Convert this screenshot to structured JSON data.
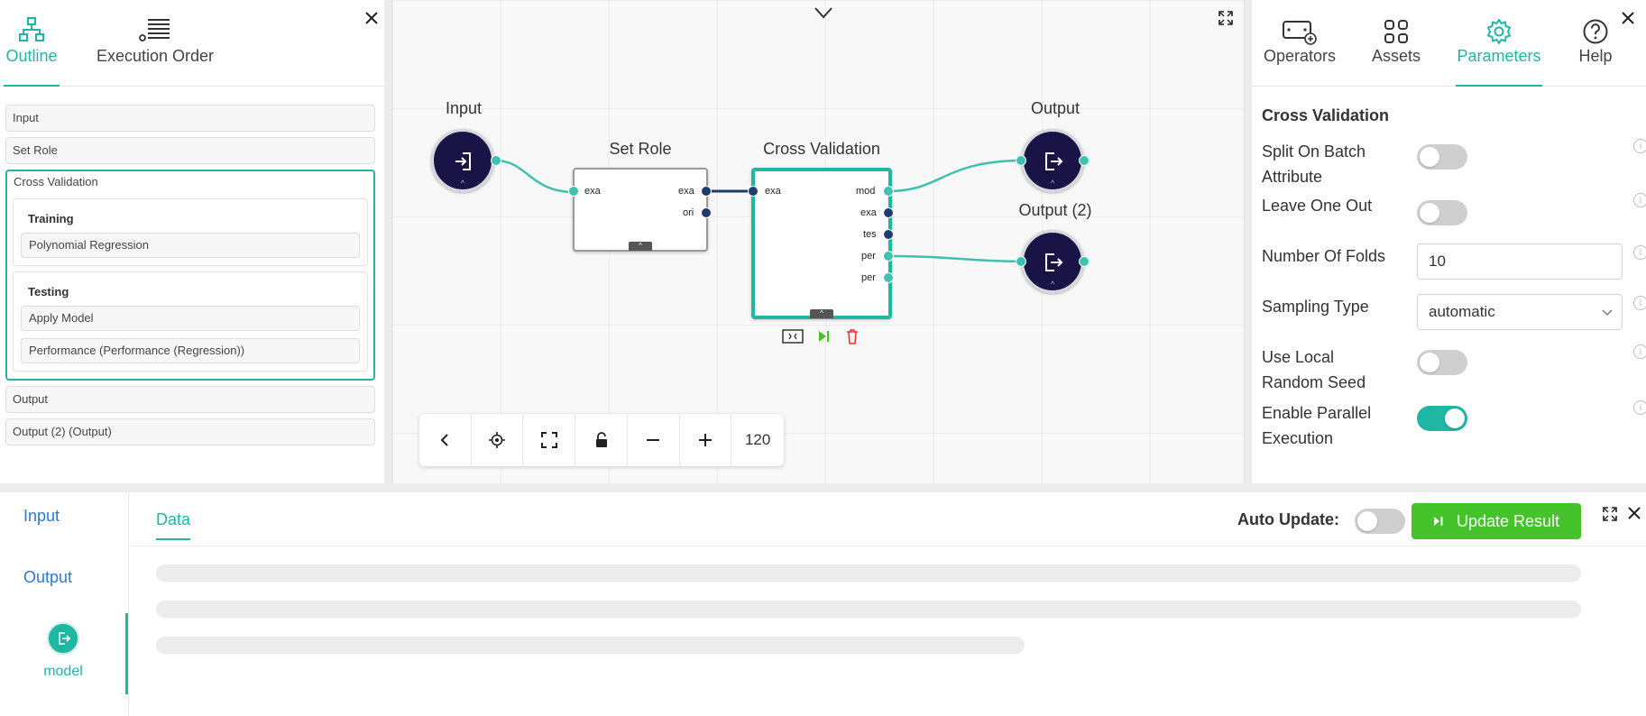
{
  "left_panel": {
    "tabs": [
      {
        "label": "Outline",
        "icon": "sitemap-icon",
        "active": true
      },
      {
        "label": "Execution Order",
        "icon": "list-order-icon",
        "active": false
      }
    ],
    "outline": {
      "items_top": [
        "Input",
        "Set Role"
      ],
      "group": {
        "label": "Cross Validation",
        "subprocesses": [
          {
            "title": "Training",
            "items": [
              "Polynomial Regression"
            ]
          },
          {
            "title": "Testing",
            "items": [
              "Apply Model",
              "Performance (Performance (Regression))"
            ]
          }
        ]
      },
      "items_bottom": [
        "Output",
        "Output (2) (Output)"
      ]
    }
  },
  "canvas": {
    "nodes": {
      "input": {
        "label": "Input"
      },
      "set_role": {
        "label": "Set Role",
        "in_ports": [
          "exa"
        ],
        "out_ports": [
          "exa",
          "ori"
        ]
      },
      "cross_validation": {
        "label": "Cross Validation",
        "in_ports": [
          "exa"
        ],
        "out_ports": [
          "mod",
          "exa",
          "tes",
          "per",
          "per"
        ]
      },
      "output": {
        "label": "Output"
      },
      "output2": {
        "label": "Output (2)"
      }
    },
    "toolbar": {
      "zoom": "120"
    },
    "colors": {
      "teal": "#3ec1ad",
      "navy": "#1e3d6e",
      "node_dark": "#1a1446"
    }
  },
  "right_panel": {
    "tabs": [
      {
        "label": "Operators",
        "icon": "operators-icon",
        "active": false
      },
      {
        "label": "Assets",
        "icon": "grid-icon",
        "active": false
      },
      {
        "label": "Parameters",
        "icon": "gear-icon",
        "active": true
      },
      {
        "label": "Help",
        "icon": "help-icon",
        "active": false
      }
    ],
    "title": "Cross Validation",
    "params": {
      "split_on_batch": {
        "label": "Split On Batch Attribute",
        "value": false
      },
      "leave_one_out": {
        "label": "Leave One Out",
        "value": false
      },
      "number_of_folds": {
        "label": "Number Of Folds",
        "value": "10"
      },
      "sampling_type": {
        "label": "Sampling Type",
        "value": "automatic"
      },
      "use_local_seed": {
        "label": "Use Local Random Seed",
        "value": false
      },
      "enable_parallel": {
        "label": "Enable Parallel Execution",
        "value": true
      }
    }
  },
  "bottom": {
    "side": {
      "input": "Input",
      "output": "Output",
      "model": "model"
    },
    "tab": "Data",
    "auto_update_label": "Auto Update:",
    "auto_update": false,
    "update_button": "Update Result"
  },
  "accent_color": "#1fb7a4",
  "update_color": "#44c42a"
}
